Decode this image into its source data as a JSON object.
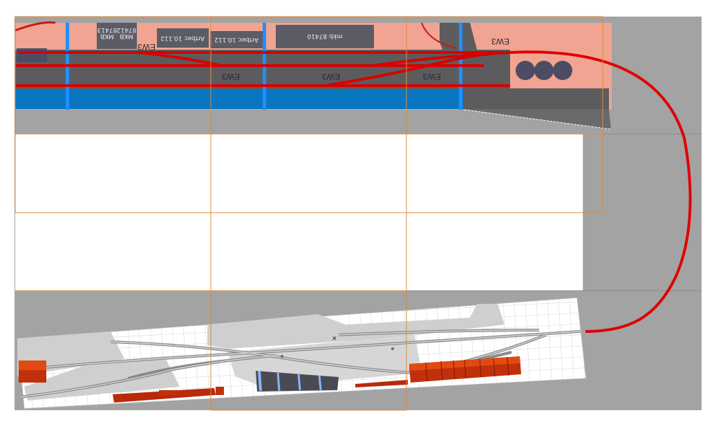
{
  "top_scene": {
    "labels": {
      "mkb_top": "MKB",
      "mkb_top2": "MKB",
      "num_87413": "87413",
      "num_87412": "87412",
      "artbec_a": "Artbec 10.112",
      "artbec_b": "Artbec 10.112",
      "mkb_87410": "mkb 87410",
      "ew3_tl": "EW3",
      "ew3_tr": "EW3",
      "ew3_1": "EW3",
      "ew3_2": "EW3",
      "ew3_3": "EW3"
    }
  },
  "colors": {
    "salmon": "#f0a491",
    "dark_gray": "#5c5c5e",
    "blue": "#0a76c0",
    "light_blue_divider": "#1e90ff",
    "red_track": "#e00000",
    "board_gray": "#a3a3a3",
    "grid_orange": "#e08a3a",
    "wagon_red": "#c0300a",
    "wagon_orange": "#e24a14",
    "tank_gray": "#4a4a52"
  }
}
